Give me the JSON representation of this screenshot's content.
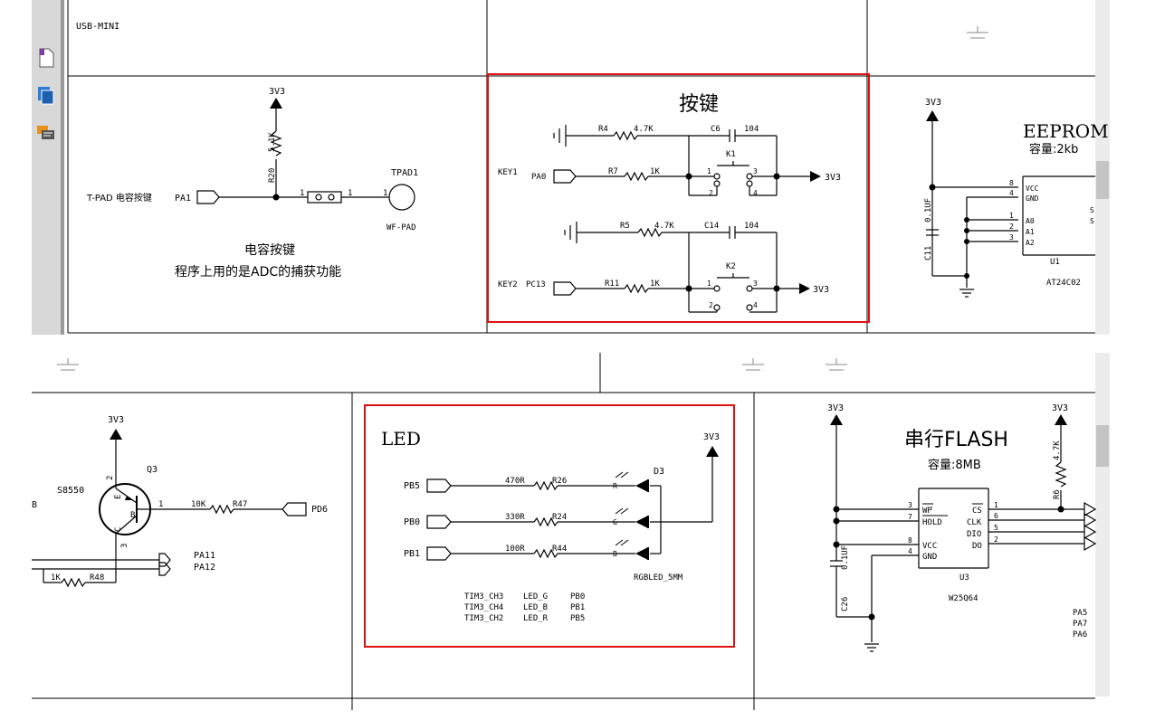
{
  "toolbar": {
    "icons": [
      "page-icon",
      "copy-pages-icon",
      "comment-icon"
    ],
    "colors": {
      "accent_blue": "#2e7bd6",
      "accent_orange": "#e8911e",
      "highlight_red": "#e01010"
    }
  },
  "top": {
    "usb_label": "USB-MINI",
    "tpad": {
      "vcc": "3V3",
      "res_name": "R20",
      "res_value": "5.1K",
      "signal_label": "T-PAD 电容按键",
      "port": "PA1",
      "pin_left": "1",
      "pin_right": "1",
      "pin_pad": "1",
      "pad_name": "TPAD1",
      "pad_footprint": "WF-PAD",
      "caption1": "电容按键",
      "caption2": "程序上用的是ADC的捕获功能"
    },
    "keys": {
      "title": "按键",
      "row1": {
        "r_name": "R4",
        "r_value": "4.7K",
        "c_name": "C6",
        "c_value": "104"
      },
      "key1": {
        "label": "KEY1",
        "port": "PA0",
        "r_name": "R7",
        "r_value": "1K",
        "sw": "K1",
        "p1": "1",
        "p2": "2",
        "p3": "3",
        "p4": "4",
        "vcc": "3V3"
      },
      "row2": {
        "r_name": "R5",
        "r_value": "4.7K",
        "c_name": "C14",
        "c_value": "104"
      },
      "key2": {
        "label": "KEY2",
        "port": "PC13",
        "r_name": "R11",
        "r_value": "1K",
        "sw": "K2",
        "p1": "1",
        "p2": "2",
        "p3": "3",
        "p4": "4",
        "vcc": "3V3"
      }
    },
    "eeprom": {
      "vcc": "3V3",
      "title": "EEPROM",
      "capacity": "容量:2kb",
      "cap_name": "C11",
      "cap_value": "0.1UF",
      "pins": [
        {
          "num": "8",
          "name": "VCC"
        },
        {
          "num": "4",
          "name": "GND"
        },
        {
          "num": "1",
          "name": "A0"
        },
        {
          "num": "2",
          "name": "A1"
        },
        {
          "num": "3",
          "name": "A2"
        }
      ],
      "part": "U1",
      "model": "AT24C02",
      "edge1": "S",
      "edge2": "S"
    }
  },
  "bottom": {
    "beep": {
      "vcc": "3V3",
      "q_name": "Q3",
      "q_model": "S8550",
      "edge_label": "B",
      "pin_b": "B",
      "pin_e": "E",
      "pin_c": "C",
      "pin_1": "1",
      "pin_2": "2",
      "pin_3": "3",
      "r47_value": "10K",
      "r47_name": "R47",
      "port_pd6": "PD6",
      "port_pa11": "PA11",
      "port_pa12": "PA12",
      "r48_value": "1K",
      "r48_name": "R48"
    },
    "led": {
      "title": "LED",
      "vcc": "3V3",
      "d_name": "D3",
      "d_model": "RGBLED_5MM",
      "rows": [
        {
          "port": "PB5",
          "r_value": "470R",
          "r_name": "R26",
          "color": "R"
        },
        {
          "port": "PB0",
          "r_value": "330R",
          "r_name": "R24",
          "color": "G"
        },
        {
          "port": "PB1",
          "r_value": "100R",
          "r_name": "R44",
          "color": "B"
        }
      ],
      "map": [
        [
          "TIM3_CH3",
          "LED_G",
          "PB0"
        ],
        [
          "TIM3_CH4",
          "LED_B",
          "PB1"
        ],
        [
          "TIM3_CH2",
          "LED_R",
          "PB5"
        ]
      ]
    },
    "flash": {
      "vcc_left": "3V3",
      "vcc_right": "3V3",
      "title": "串行FLASH",
      "capacity": "容量:8MB",
      "res_name": "R6",
      "res_value": "4.7K",
      "cap_name": "C26",
      "cap_value": "0.1UF",
      "left_pins": [
        {
          "num": "3",
          "name": "WP"
        },
        {
          "num": "7",
          "name": "HOLD"
        },
        {
          "num": "8",
          "name": "VCC"
        },
        {
          "num": "4",
          "name": "GND"
        }
      ],
      "right_pins": [
        {
          "num": "1",
          "name": "CS"
        },
        {
          "num": "6",
          "name": "CLK"
        },
        {
          "num": "5",
          "name": "DIO"
        },
        {
          "num": "2",
          "name": "DO"
        }
      ],
      "part": "U3",
      "model": "W25Q64",
      "ports": [
        "PA5",
        "PA7",
        "PA6"
      ]
    }
  }
}
